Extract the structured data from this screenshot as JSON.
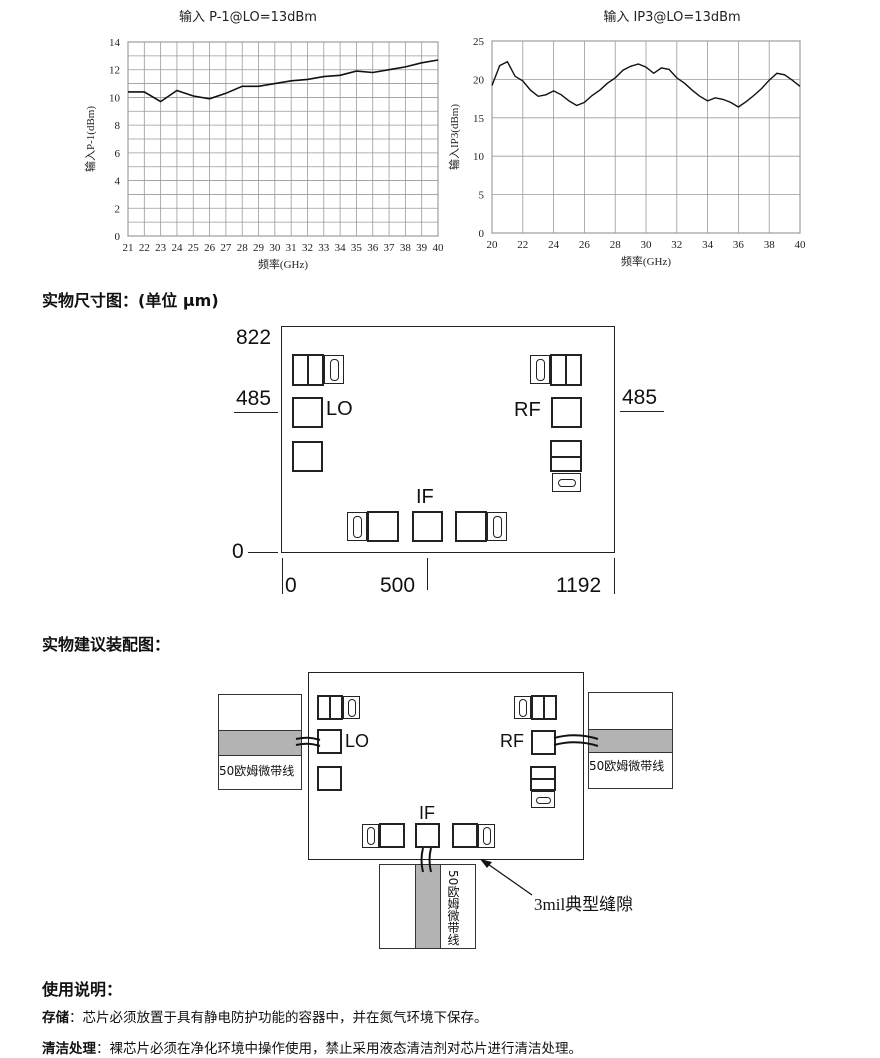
{
  "charts": {
    "left_title": "输入 P-1@LO=13dBm",
    "right_title": "输入 IP3@LO=13dBm"
  },
  "chart_data": [
    {
      "type": "line",
      "title": "输入 P-1@LO=13dBm",
      "xlabel": "频率(GHz)",
      "ylabel": "输入P-1(dBm)",
      "xlim": [
        21,
        40
      ],
      "ylim": [
        0,
        14
      ],
      "xticks": [
        "21",
        "22",
        "23",
        "24",
        "25",
        "26",
        "27",
        "28",
        "29",
        "30",
        "31",
        "32",
        "33",
        "34",
        "35",
        "36",
        "37",
        "38",
        "39",
        "40"
      ],
      "yticks": [
        "0",
        "2",
        "4",
        "6",
        "8",
        "10",
        "12",
        "14"
      ],
      "grid": true,
      "x": [
        21,
        22,
        23,
        24,
        25,
        26,
        27,
        28,
        29,
        30,
        31,
        32,
        33,
        34,
        35,
        36,
        37,
        38,
        39,
        40
      ],
      "y": [
        10.4,
        10.4,
        9.7,
        10.5,
        10.1,
        9.9,
        10.3,
        10.8,
        10.8,
        11.0,
        11.2,
        11.3,
        11.5,
        11.6,
        11.9,
        11.8,
        12.0,
        12.2,
        12.5,
        12.7
      ]
    },
    {
      "type": "line",
      "title": "输入 IP3@LO=13dBm",
      "xlabel": "频率(GHz)",
      "ylabel": "输入IP3(dBm)",
      "xlim": [
        20,
        40
      ],
      "ylim": [
        0,
        25
      ],
      "xticks": [
        "20",
        "22",
        "24",
        "26",
        "28",
        "30",
        "32",
        "34",
        "36",
        "38",
        "40"
      ],
      "yticks": [
        "0",
        "5",
        "10",
        "15",
        "20",
        "25"
      ],
      "grid": true,
      "x": [
        20,
        20.5,
        21,
        21.5,
        22,
        22.5,
        23,
        23.5,
        24,
        24.5,
        25,
        25.5,
        26,
        26.5,
        27,
        27.5,
        28,
        28.5,
        29,
        29.5,
        30,
        30.5,
        31,
        31.5,
        32,
        32.5,
        33,
        33.5,
        34,
        34.5,
        35,
        35.5,
        36,
        36.5,
        37,
        37.5,
        38,
        38.5,
        39,
        39.5,
        40
      ],
      "y": [
        19.2,
        21.8,
        22.3,
        20.4,
        19.8,
        18.6,
        17.8,
        18.0,
        18.5,
        18.0,
        17.2,
        16.6,
        17.0,
        17.9,
        18.6,
        19.5,
        20.2,
        21.2,
        21.7,
        22.0,
        21.6,
        20.8,
        21.5,
        21.3,
        20.2,
        19.5,
        18.6,
        17.8,
        17.2,
        17.6,
        17.4,
        17.0,
        16.4,
        17.1,
        17.9,
        18.8,
        19.9,
        20.8,
        20.6,
        19.9,
        19.1
      ]
    }
  ],
  "dimension_section": {
    "heading": "实物尺寸图：(单位 μm)",
    "labels": {
      "y_top": "822",
      "y_mid_left": "485",
      "y_mid_right": "485",
      "y_zero": "0",
      "x_zero": "0",
      "x_mid": "500",
      "x_end": "1192"
    },
    "chip_labels": {
      "lo": "LO",
      "rf": "RF",
      "if": "IF"
    }
  },
  "assembly_section": {
    "heading": "实物建议装配图：",
    "chip_labels": {
      "lo": "LO",
      "rf": "RF",
      "if": "IF"
    },
    "microstrip_left": "50欧姆微带线",
    "microstrip_right": "50欧姆微带线",
    "microstrip_bottom": "50欧姆微带线",
    "gap_label": "3mil典型缝隙"
  },
  "usage_section": {
    "heading": "使用说明：",
    "storage_label": "存储",
    "storage_text": "：芯片必须放置于具有静电防护功能的容器中，并在氮气环境下保存。",
    "cleaning_label": "清洁处理",
    "cleaning_text": "：裸芯片必须在净化环境中操作使用，禁止采用液态清洁剂对芯片进行清洁处理。"
  }
}
